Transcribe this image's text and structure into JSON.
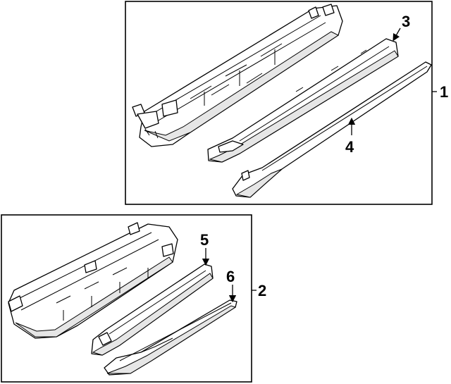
{
  "callouts": {
    "c1": "1",
    "c2": "2",
    "c3": "3",
    "c4": "4",
    "c5": "5",
    "c6": "6"
  },
  "colors": {
    "line": "#000000",
    "background": "#ffffff",
    "shade": "#e6e6e6"
  }
}
